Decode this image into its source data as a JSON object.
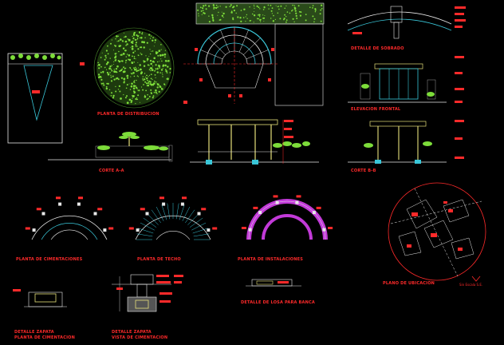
{
  "colors": {
    "background": "#000000",
    "title_red": "#ff2a2a",
    "line_white": "#e8e8e8",
    "green": "#7ddc3a",
    "yellow": "#e6e07a",
    "cyan": "#39c6d8",
    "magenta": "#c23ad8",
    "gray": "#9a9a9a"
  },
  "titles": {
    "planta_distribucion": "PLANTA DE DISTRIBUCION",
    "corte_aa": "CORTE A-A",
    "elevacion_frontal": "ELEVACION FRONTAL",
    "corte_bb": "CORTE B-B",
    "detalle_sobrado": "DETALLE DE SOBRADO",
    "planta_cimentaciones": "PLANTA DE CIMENTACIONES",
    "planta_techo": "PLANTA DE TECHO",
    "planta_instalaciones": "PLANTA DE INSTALACIONES",
    "plano_ubicacion": "PLANO DE UBICACION",
    "detalle_anclaje_1": "DETALLE ZAPATA",
    "detalle_anclaje_1b": "PLANTA DE CIMENTACION",
    "detalle_zapata_2": "DETALLE ZAPATA",
    "detalle_zapata_2b": "VISTA DE CIMENTACION",
    "detalle_losa": "DETALLE DE LOSA PARA BANCA",
    "compass_note": "Sin Escala  S.E."
  }
}
